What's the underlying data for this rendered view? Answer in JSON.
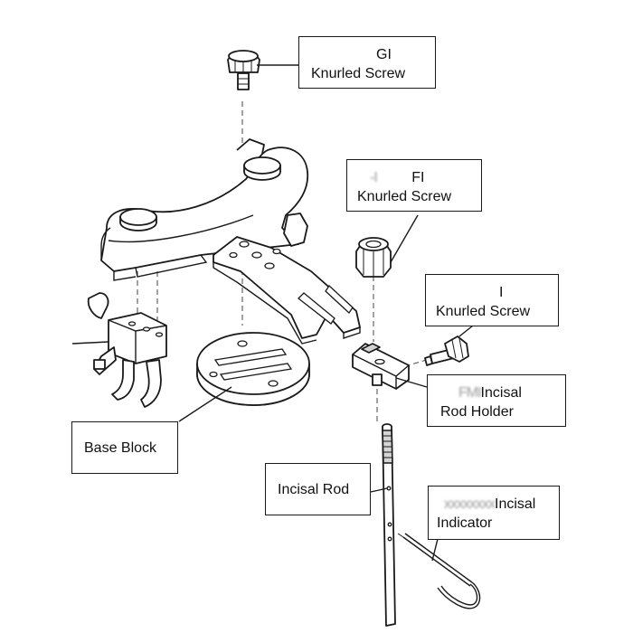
{
  "labels": {
    "gi": {
      "line1": "GI",
      "line2": "Knurled Screw"
    },
    "fi": {
      "prefix": "-I",
      "line1": "FI",
      "line2": "Knurled Screw"
    },
    "i": {
      "line1": "I",
      "line2": "Knurled Screw"
    },
    "incisal_rod_holder": {
      "prefix": "FMI",
      "line1": "Incisal",
      "line2": "Rod Holder"
    },
    "base_block": {
      "line1": "Base Block"
    },
    "incisal_rod": {
      "line1": "Incisal Rod"
    },
    "incisal_indicator": {
      "prefix": "xxxxxxxx",
      "line1": "Incisal",
      "line2": "Indicator"
    }
  },
  "colors": {
    "line": "#1a1a1a",
    "fill": "#ffffff",
    "shade": "#d9d9d9"
  }
}
